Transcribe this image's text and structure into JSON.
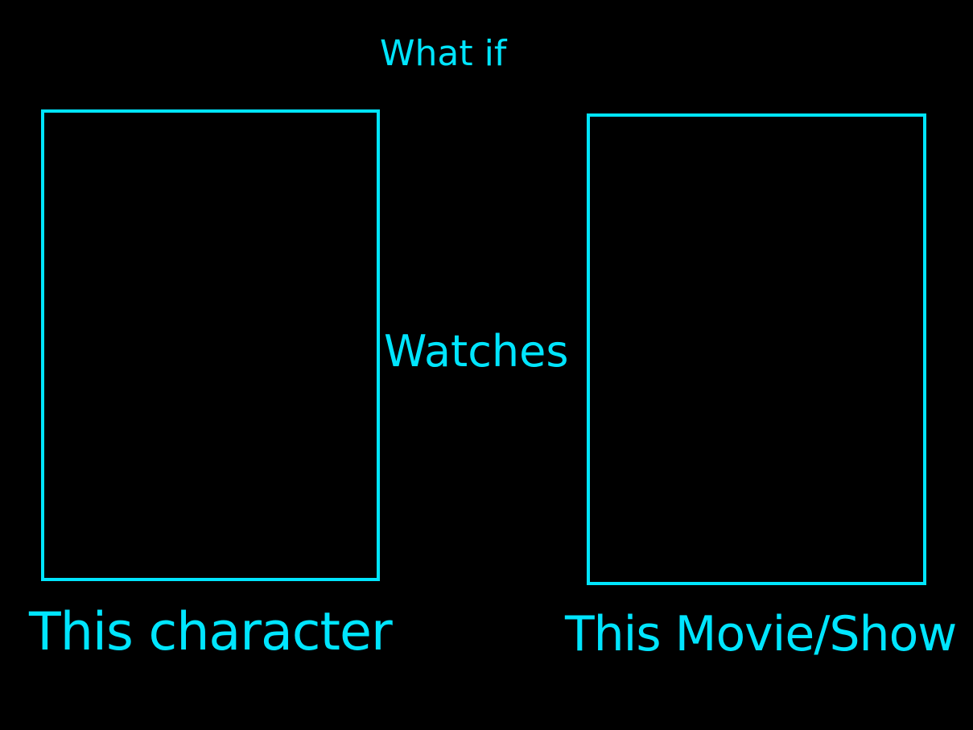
{
  "meme": {
    "heading": "What if",
    "connector": "Watches",
    "left_caption": "This character",
    "right_caption": "This Movie/Show"
  },
  "colors": {
    "background": "#000000",
    "accent": "#00E5FF"
  }
}
